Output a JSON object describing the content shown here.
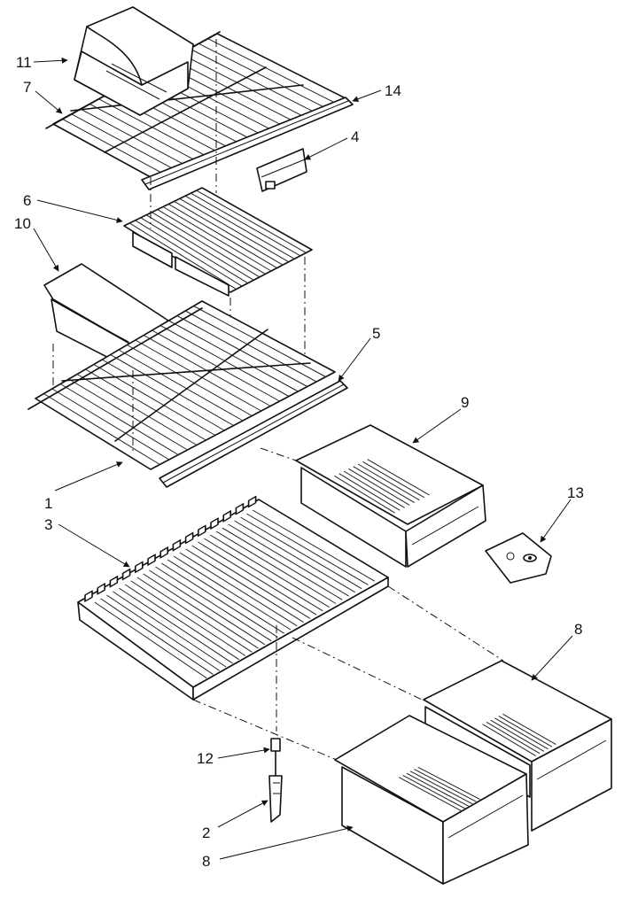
{
  "callouts": {
    "c11": "11",
    "c7": "7",
    "c14": "14",
    "c4": "4",
    "c6": "6",
    "c10": "10",
    "c5": "5",
    "c9": "9",
    "c1": "1",
    "c3": "3",
    "c13": "13",
    "c8a": "8",
    "c12": "12",
    "c2": "2",
    "c8b": "8"
  }
}
